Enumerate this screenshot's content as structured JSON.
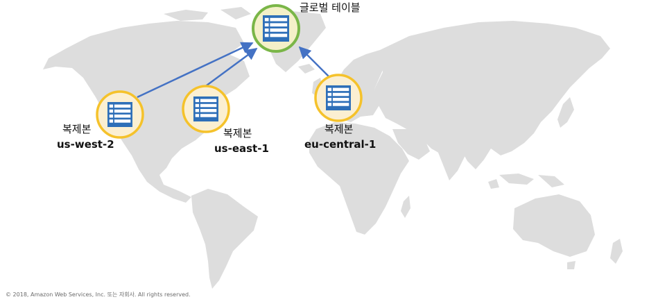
{
  "global_table": {
    "label": "글로벌 테이블",
    "icon": "table-icon",
    "ring_color": "#7AB648",
    "fill_color": "#F4F0C8"
  },
  "replicas": [
    {
      "label": "복제본",
      "region": "us-west-2",
      "icon": "table-icon"
    },
    {
      "label": "복제본",
      "region": "us-east-1",
      "icon": "table-icon"
    },
    {
      "label": "복제본",
      "region": "eu-central-1",
      "icon": "table-icon"
    }
  ],
  "colors": {
    "map": "#DDDDDD",
    "replica_ring": "#F5C22B",
    "replica_fill": "#FBEFD2",
    "icon_blue": "#2E6FB8",
    "arrow": "#4472C4"
  },
  "footer": {
    "copyright": "© 2018, Amazon Web Services, Inc. 또는 자회사. All rights reserved."
  }
}
